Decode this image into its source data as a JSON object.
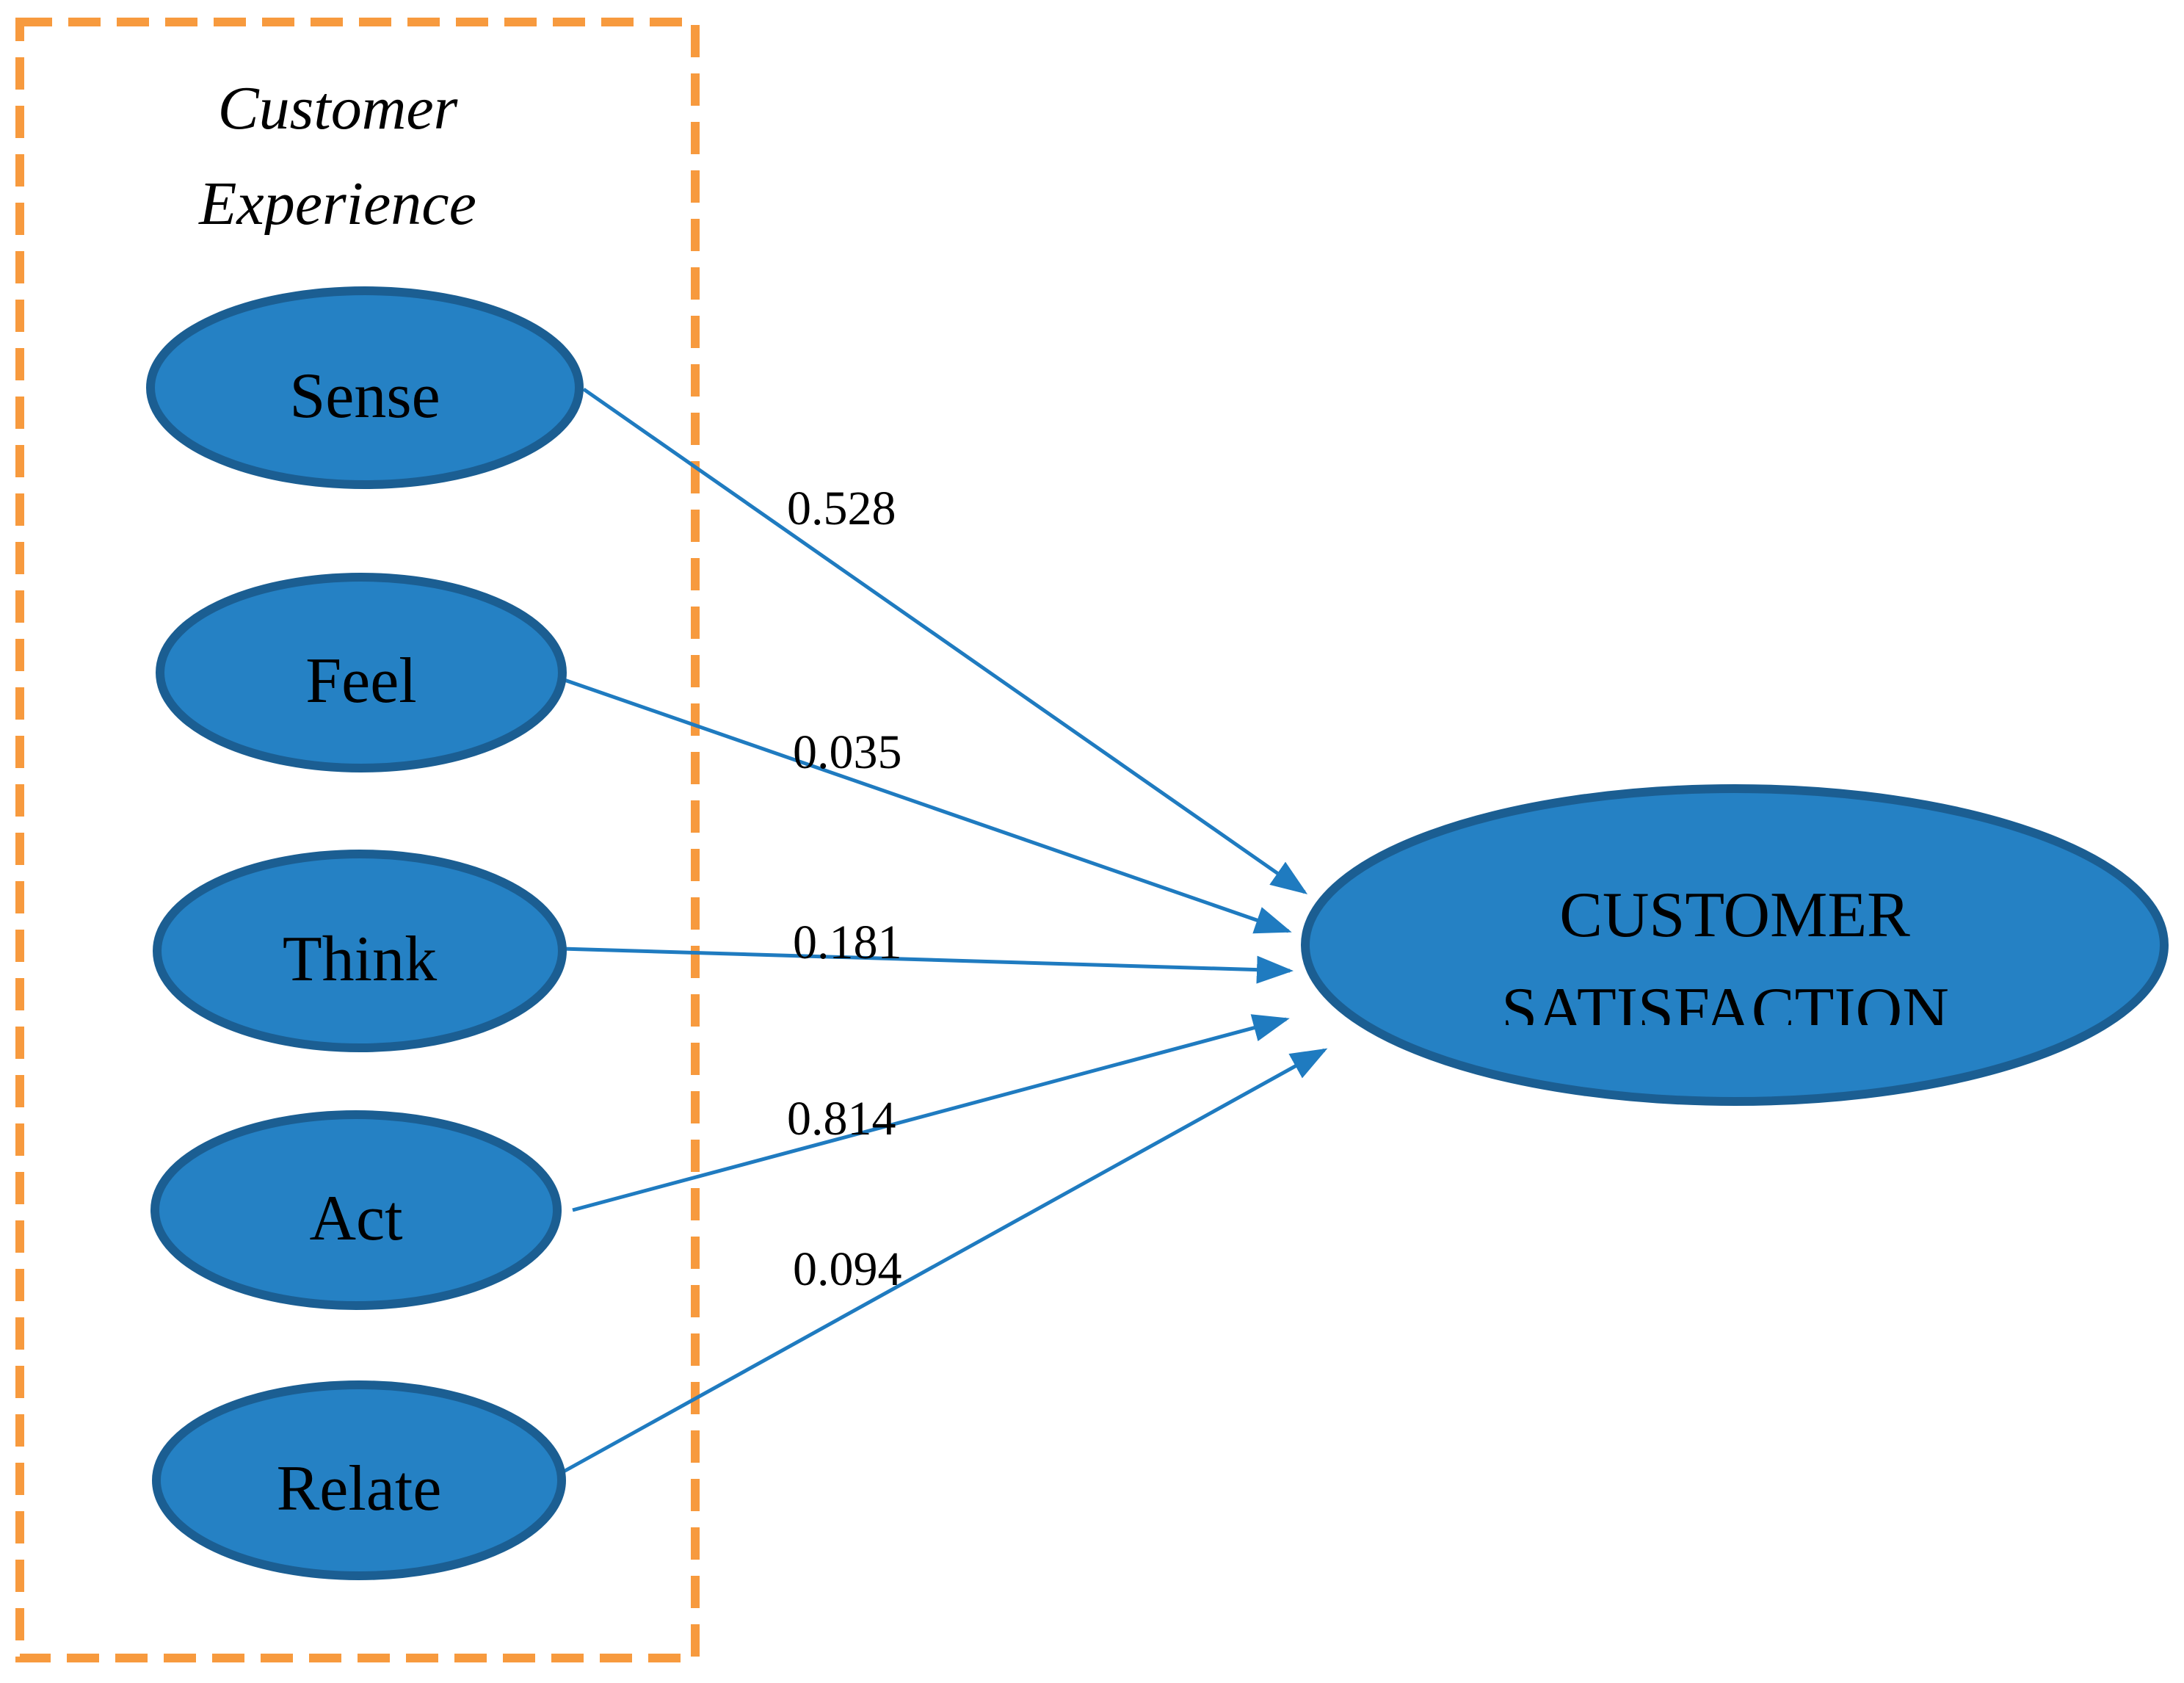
{
  "group": {
    "title_line1": "Customer",
    "title_line2": "Experience",
    "border_color": "#F79A3E"
  },
  "colors": {
    "node_fill": "#2581C4",
    "node_stroke": "#1B5E92",
    "arrow": "#1F7BC0"
  },
  "nodes": [
    {
      "id": "sense",
      "label": "Sense"
    },
    {
      "id": "feel",
      "label": "Feel"
    },
    {
      "id": "think",
      "label": "Think"
    },
    {
      "id": "act",
      "label": "Act"
    },
    {
      "id": "relate",
      "label": "Relate"
    }
  ],
  "target": {
    "line1": "CUSTOMER",
    "line2": "SATISFACTION"
  },
  "paths": [
    {
      "from": "sense",
      "coefficient": "0.528"
    },
    {
      "from": "feel",
      "coefficient": "0.035"
    },
    {
      "from": "think",
      "coefficient": "0.181"
    },
    {
      "from": "act",
      "coefficient": "0.814"
    },
    {
      "from": "relate",
      "coefficient": "0.094"
    }
  ]
}
